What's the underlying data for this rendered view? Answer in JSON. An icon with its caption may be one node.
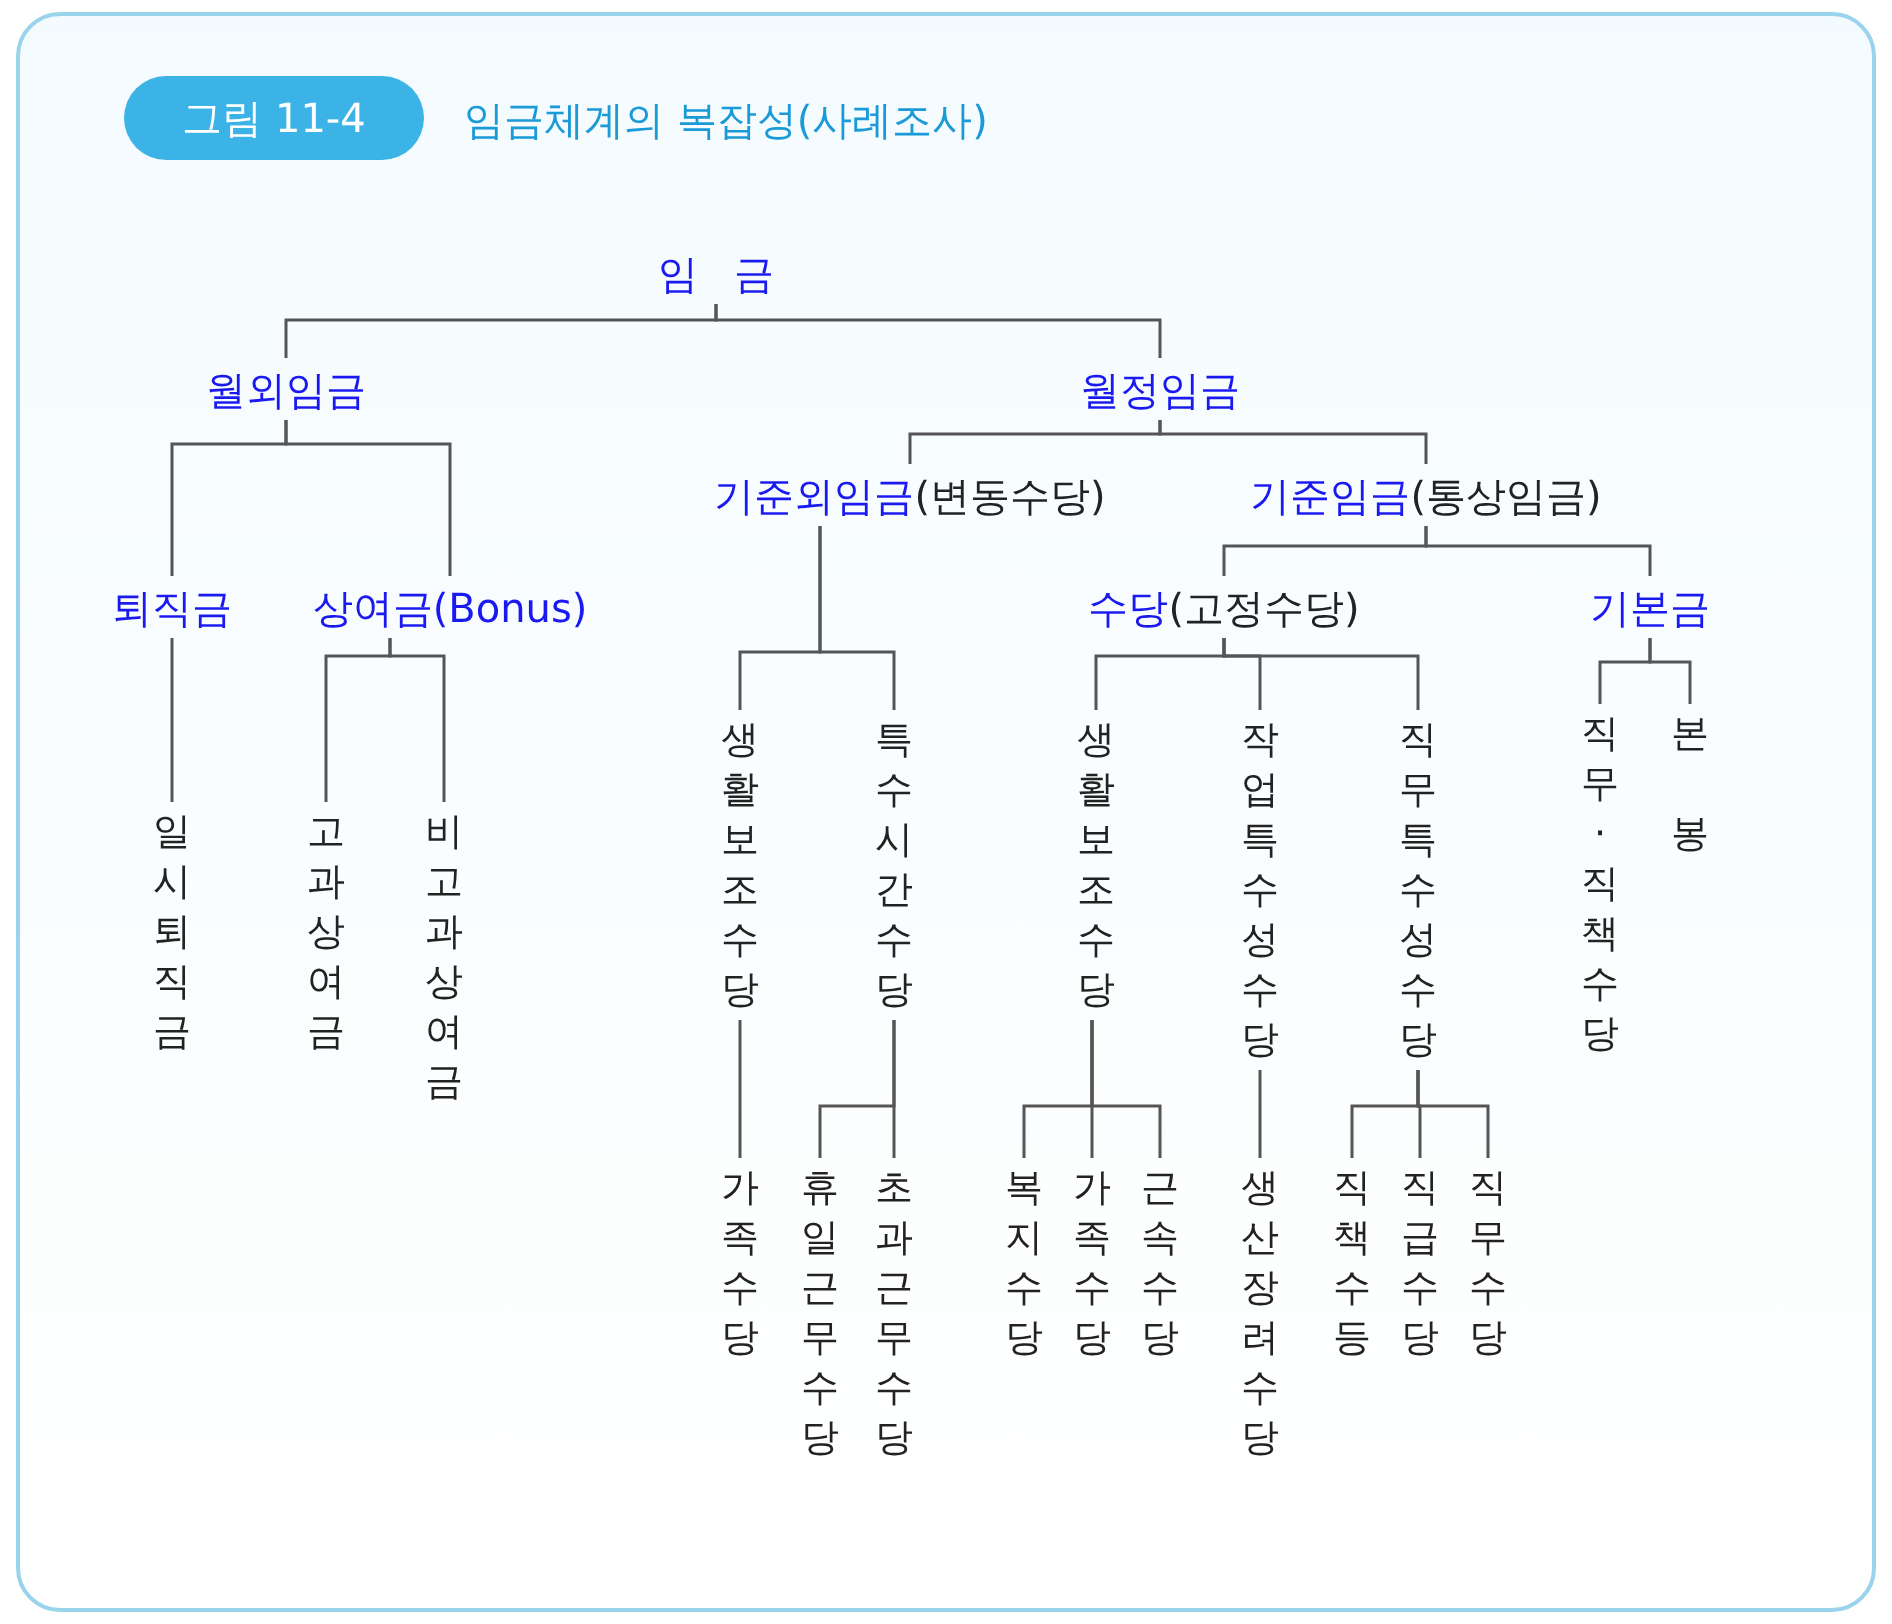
{
  "diagram": {
    "title": "임금체계의 복잡성(사례조사)",
    "nodes": [
      {
        "text": [
          "임 금"
        ]
      },
      {
        "text": [
          "월외임금"
        ]
      },
      {
        "text": [
          "월정임금"
        ]
      },
      {
        "text": [
          "퇴직금"
        ]
      },
      {
        "text": [
          "상여금(Bonus)"
        ]
      },
      {
        "text": [
          "일시퇴직금"
        ]
      },
      {
        "text": [
          "고과상여금"
        ]
      },
      {
        "text": [
          "비고과상여금"
        ]
      },
      {
        "text": [
          "기준외임금",
          "(변동수당)"
        ]
      },
      {
        "text": [
          "기준임금",
          "(통상임금)"
        ]
      },
      {
        "text": [
          "생활보조수당"
        ]
      },
      {
        "text": [
          "특수시간수당"
        ]
      },
      {
        "text": [
          "가족수당"
        ]
      },
      {
        "text": [
          "휴일근무수당"
        ]
      },
      {
        "text": [
          "초과근무수당"
        ]
      },
      {
        "text": [
          "수당",
          "(고정수당)"
        ]
      },
      {
        "text": [
          "기본금"
        ]
      },
      {
        "text": [
          "생활보조수당"
        ]
      },
      {
        "text": [
          "작업특수성수당"
        ]
      },
      {
        "text": [
          "직무특수성수당"
        ]
      },
      {
        "text": [
          "복지수당"
        ]
      },
      {
        "text": [
          "가족수당"
        ]
      },
      {
        "text": [
          "근속수당"
        ]
      },
      {
        "text": [
          "생산장려수당"
        ]
      },
      {
        "text": [
          "직책수등"
        ]
      },
      {
        "text": [
          "직급수당"
        ]
      },
      {
        "text": [
          "직무수당"
        ]
      },
      {
        "text": [
          "직무·직책수당"
        ]
      },
      {
        "text": [
          "본 봉"
        ]
      }
    ],
    "edges": [
      {
        "from": 0,
        "to": 1,
        "arrow": "none"
      },
      {
        "from": 0,
        "to": 2,
        "arrow": "none"
      },
      {
        "from": 1,
        "to": 3,
        "arrow": "none"
      },
      {
        "from": 1,
        "to": 4,
        "arrow": "none"
      },
      {
        "from": 3,
        "to": 5,
        "arrow": "none"
      },
      {
        "from": 4,
        "to": 6,
        "arrow": "none"
      },
      {
        "from": 4,
        "to": 7,
        "arrow": "none"
      },
      {
        "from": 2,
        "to": 8,
        "arrow": "none"
      },
      {
        "from": 2,
        "to": 9,
        "arrow": "none"
      },
      {
        "from": 8,
        "to": 10,
        "arrow": "none"
      },
      {
        "from": 8,
        "to": 11,
        "arrow": "none"
      },
      {
        "from": 10,
        "to": 12,
        "arrow": "none"
      },
      {
        "from": 11,
        "to": 13,
        "arrow": "none"
      },
      {
        "from": 11,
        "to": 14,
        "arrow": "none"
      },
      {
        "from": 9,
        "to": 15,
        "arrow": "none"
      },
      {
        "from": 9,
        "to": 16,
        "arrow": "none"
      },
      {
        "from": 15,
        "to": 17,
        "arrow": "none"
      },
      {
        "from": 15,
        "to": 18,
        "arrow": "none"
      },
      {
        "from": 15,
        "to": 19,
        "arrow": "none"
      },
      {
        "from": 17,
        "to": 20,
        "arrow": "none"
      },
      {
        "from": 17,
        "to": 21,
        "arrow": "none"
      },
      {
        "from": 17,
        "to": 22,
        "arrow": "none"
      },
      {
        "from": 18,
        "to": 23,
        "arrow": "none"
      },
      {
        "from": 19,
        "to": 24,
        "arrow": "none"
      },
      {
        "from": 19,
        "to": 25,
        "arrow": "none"
      },
      {
        "from": 19,
        "to": 26,
        "arrow": "none"
      },
      {
        "from": 16,
        "to": 27,
        "arrow": "none"
      },
      {
        "from": 16,
        "to": 28,
        "arrow": "none"
      }
    ],
    "labels": [
      "그림 11-4"
    ]
  }
}
